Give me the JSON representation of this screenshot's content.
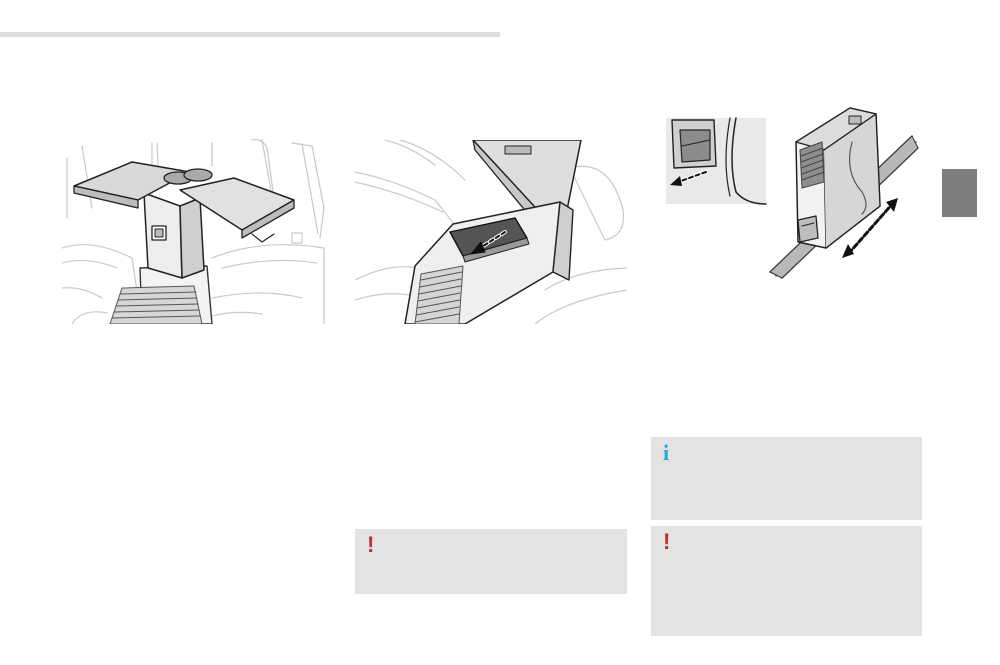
{
  "page": {
    "accent_color": "#7d7d7d",
    "warning_color": "#d8232a",
    "info_color": "#1fa9dc",
    "note_background": "#e3e3e3"
  },
  "figures": [
    {
      "icon": "rear-armrest-table-illustration"
    },
    {
      "icon": "armrest-storage-box-illustration"
    },
    {
      "icon": "sliding-console-rail-illustration"
    }
  ],
  "notes": [
    {
      "icon": "warning-icon",
      "glyph": "!"
    },
    {
      "icon": "info-icon",
      "glyph": "i"
    },
    {
      "icon": "warning-icon",
      "glyph": "!"
    }
  ]
}
